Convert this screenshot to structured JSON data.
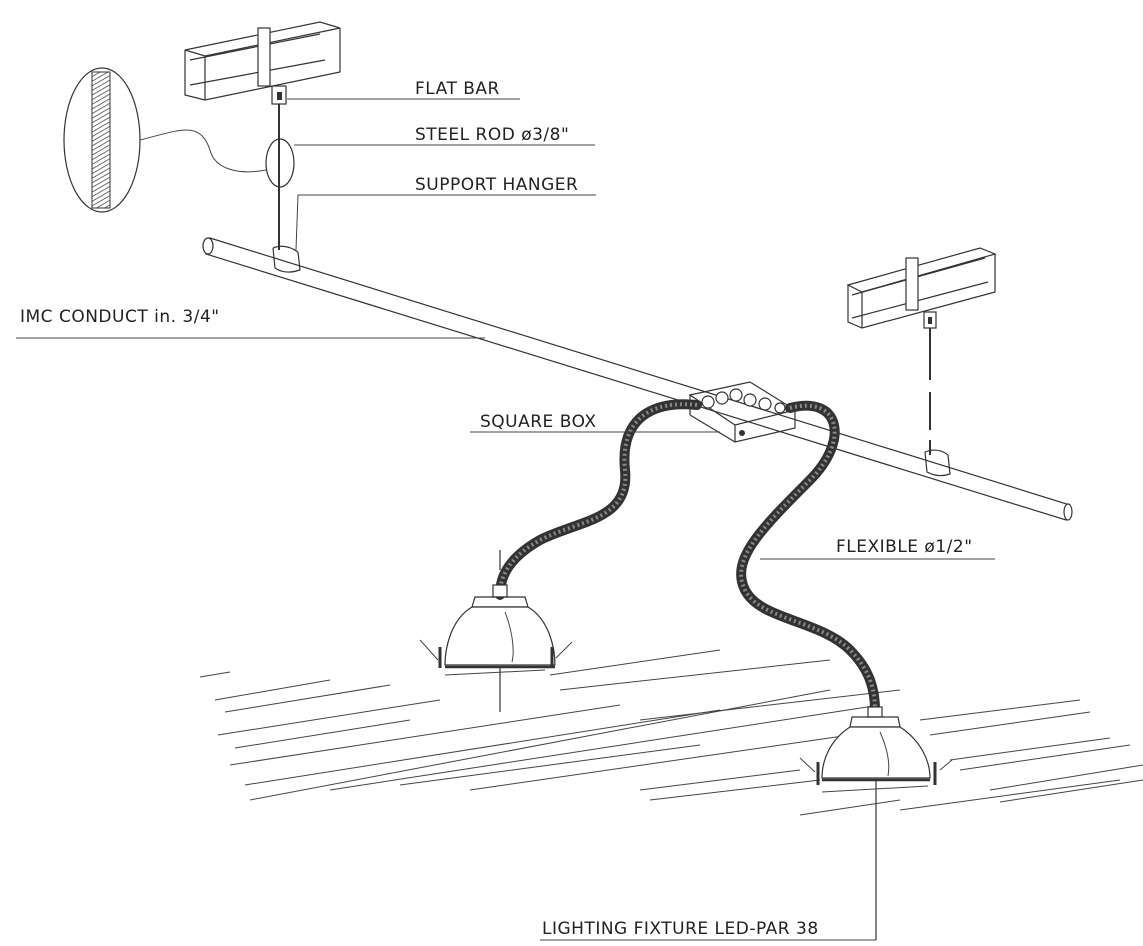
{
  "labels": {
    "flat_bar": "FLAT BAR",
    "steel_rod": "STEEL ROD ø3/8\"",
    "support_hanger": "SUPPORT HANGER",
    "imc_conduct": "IMC CONDUCT in. 3/4\"",
    "square_box": "SQUARE BOX",
    "flexible": "FLEXIBLE ø1/2\"",
    "lighting_fixture": "LIGHTING FIXTURE LED-PAR 38"
  }
}
